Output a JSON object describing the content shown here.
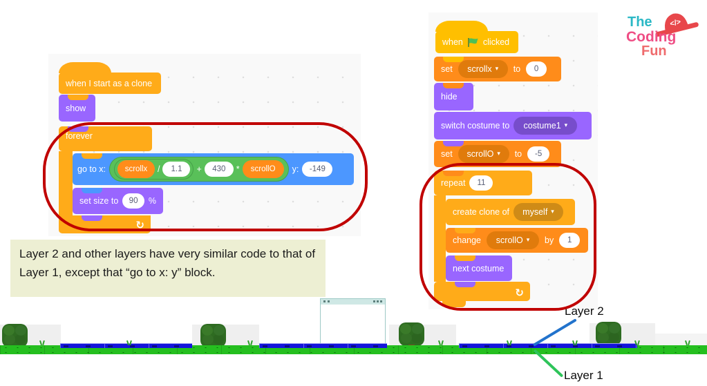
{
  "icons": {
    "dropdown_arrow": "▾",
    "loop_arrow": "↻",
    "logo_hat_code": "</>"
  },
  "colors": {
    "events_yellow": "#FFBF00",
    "control_orange": "#FFAB19",
    "looks_purple": "#9966FF",
    "motion_blue": "#4C97FF",
    "operators_green": "#59C059",
    "variables_orange": "#FF8C1A",
    "highlight_red": "#C00000",
    "scene_layer1_green": "#25BF1F",
    "scene_layer2_blue": "#1414DB"
  },
  "left_script": {
    "when_clone": "when I start as a clone",
    "show": "show",
    "forever": "forever",
    "goto": {
      "label": "go to x:",
      "var_x": "scrollx",
      "div": "/",
      "divisor": "1.1",
      "plus": "+",
      "num": "430",
      "times": "*",
      "var_o": "scrollO",
      "y_label": "y:",
      "y_value": "-149"
    },
    "set_size": {
      "label": "set size to",
      "value": "90",
      "unit": "%"
    }
  },
  "right_script": {
    "when_flag": {
      "pre": "when",
      "post": "clicked"
    },
    "set_x": {
      "kw": "set",
      "var": "scrollx",
      "to": "to",
      "value": "0"
    },
    "hide": "hide",
    "switch_costume": {
      "label": "switch costume to",
      "value": "costume1"
    },
    "set_o": {
      "kw": "set",
      "var": "scrollO",
      "to": "to",
      "value": "-5"
    },
    "repeat": {
      "label": "repeat",
      "count": "11"
    },
    "create_clone": {
      "label": "create clone of",
      "value": "myself"
    },
    "change_o": {
      "kw": "change",
      "var": "scrollO",
      "by": "by",
      "value": "1"
    },
    "next_costume": "next costume"
  },
  "note": {
    "text": "Layer 2 and other layers have very similar code to that of Layer 1, except that “go to x: y” block."
  },
  "scene": {
    "layer2_label": "Layer 2",
    "layer1_label": "Layer 1"
  },
  "logo": {
    "the": "The",
    "coding": "Coding",
    "fun": "Fun"
  }
}
